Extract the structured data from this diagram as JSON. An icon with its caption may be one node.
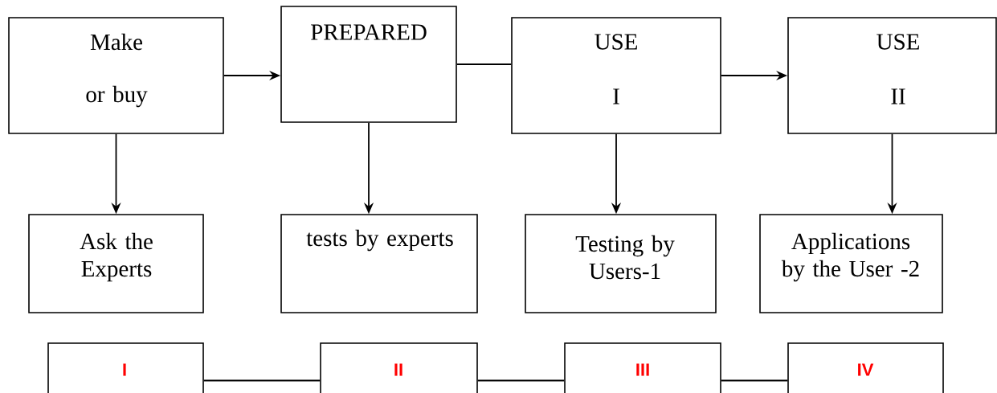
{
  "diagram": {
    "nodes": [
      {
        "text": [
          "Make",
          "or buy"
        ]
      },
      {
        "text": [
          "PREPARED"
        ]
      },
      {
        "text": [
          "USE",
          "I"
        ]
      },
      {
        "text": [
          "USE",
          "II"
        ]
      },
      {
        "text": [
          "Ask the Experts"
        ]
      },
      {
        "text": [
          "tests by experts"
        ]
      },
      {
        "text": [
          "Testing by Users-1"
        ]
      },
      {
        "text": [
          "Applications by the User -2"
        ]
      },
      {
        "text": [
          "I"
        ]
      },
      {
        "text": [
          "II"
        ]
      },
      {
        "text": [
          "III"
        ]
      },
      {
        "text": [
          "IV"
        ]
      }
    ],
    "edges": [
      {
        "from": 0,
        "to": 1,
        "arrow": "to"
      },
      {
        "from": 1,
        "to": 2,
        "arrow": "none"
      },
      {
        "from": 2,
        "to": 3,
        "arrow": "to"
      },
      {
        "from": 0,
        "to": 4,
        "arrow": "to"
      },
      {
        "from": 1,
        "to": 5,
        "arrow": "to"
      },
      {
        "from": 2,
        "to": 6,
        "arrow": "to"
      },
      {
        "from": 3,
        "to": 7,
        "arrow": "to"
      },
      {
        "from": 8,
        "to": 9,
        "arrow": "none"
      },
      {
        "from": 9,
        "to": 10,
        "arrow": "none"
      },
      {
        "from": 10,
        "to": 11,
        "arrow": "none"
      }
    ]
  }
}
